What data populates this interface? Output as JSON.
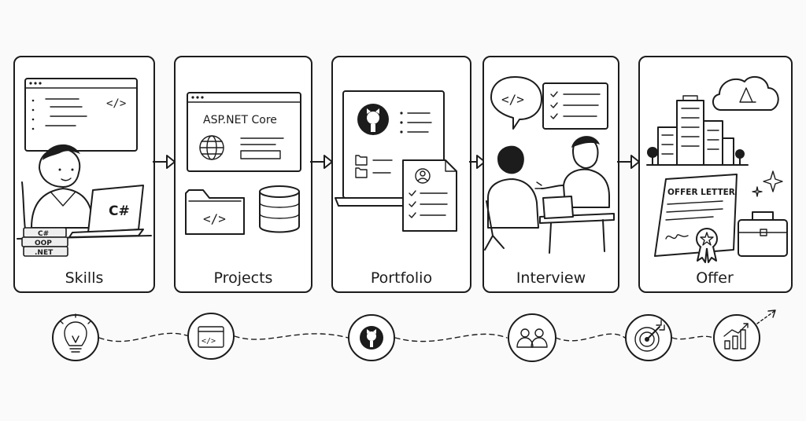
{
  "steps": [
    {
      "label": "Skills"
    },
    {
      "label": "Projects"
    },
    {
      "label": "Portfolio"
    },
    {
      "label": "Interview"
    },
    {
      "label": "Offer"
    }
  ],
  "skills_panel": {
    "code_tag": "</>",
    "laptop_text": "C#",
    "books": [
      "C#",
      "OOP",
      ".NET"
    ]
  },
  "projects_panel": {
    "browser_title": "ASP.NET Core",
    "folder_code": "</>"
  },
  "interview_panel": {
    "bubble_code": "</>"
  },
  "offer_panel": {
    "letter_title": "OFFER LETTER"
  },
  "timeline": {
    "code_icon_text": "</>"
  },
  "icons": [
    "lightbulb-icon",
    "code-window-icon",
    "github-icon",
    "people-icon",
    "target-icon",
    "growth-chart-icon"
  ]
}
